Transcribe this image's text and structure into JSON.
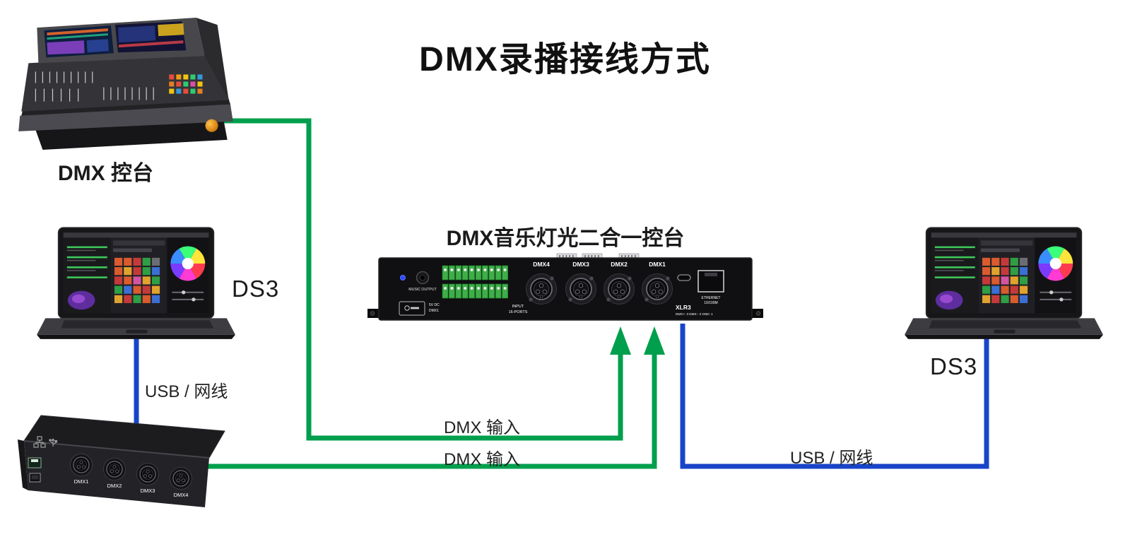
{
  "title": "DMX录播接线方式",
  "console": {
    "label": "DMX 控台"
  },
  "laptop_left": {
    "label": "DS3"
  },
  "laptop_right": {
    "label": "DS3"
  },
  "center_device": {
    "label": "DMX音乐灯光二合一控台",
    "music_output": "MUSIC OUTPUT",
    "power_label": "5V DC",
    "dmx_in_label": "DMX1",
    "input_label": "INPUT",
    "input_ports_label": "16-PORTS",
    "xlr_labels": [
      "DMX4",
      "DMX3",
      "DMX2",
      "DMX1"
    ],
    "ethernet_label": "ETHERNET",
    "ethernet_speed": "10/100M",
    "xlr3_label": "XLR3",
    "xlr3_pinout": "DMX+: 3  DMX-: 2  GND: 1"
  },
  "recorder": {
    "port_labels": [
      "DMX1",
      "DMX2",
      "DMX3",
      "DMX4"
    ]
  },
  "connections": {
    "dmx_input_top": "DMX 输入",
    "dmx_input_bottom": "DMX 输入",
    "usb_left": "USB / 网线",
    "usb_right": "USB / 网线"
  },
  "colors": {
    "wire_green": "#009F4D",
    "wire_blue": "#1845C8"
  }
}
